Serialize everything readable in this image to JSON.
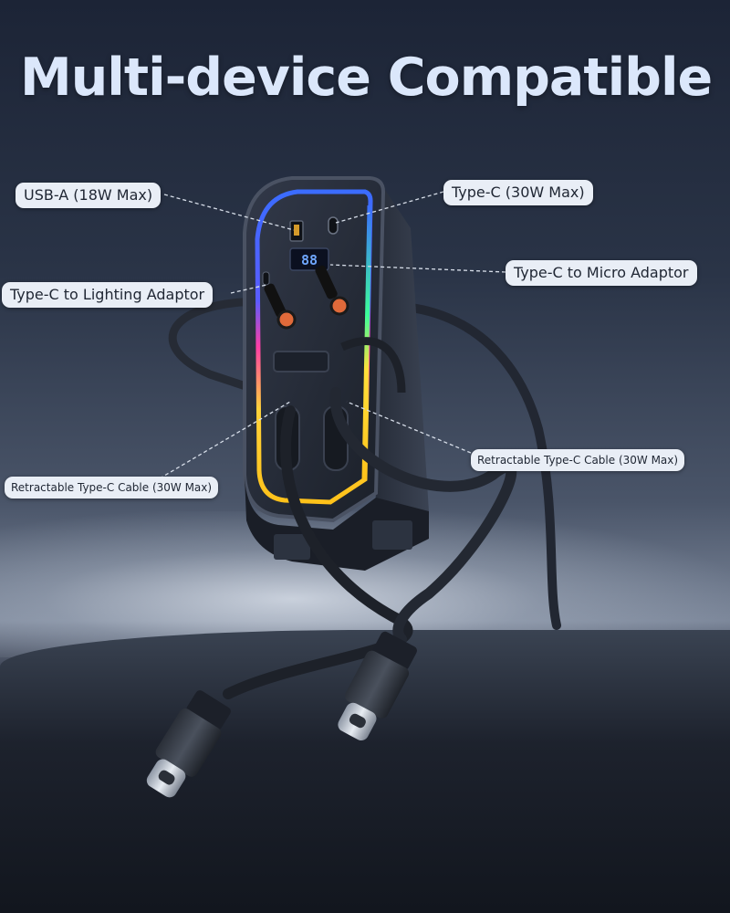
{
  "title": "Multi-device Compatible",
  "callouts": {
    "usb_a": "USB-A (18W Max)",
    "type_c": "Type-C (30W Max)",
    "micro_adaptor": "Type-C to Micro Adaptor",
    "lighting_adaptor": "Type-C to Lighting Adaptor",
    "retractable_right": "Retractable Type-C Cable (30W Max)",
    "retractable_left": "Retractable Type-C Cable (30W Max)"
  },
  "display_readout": "88",
  "colors": {
    "title": "#dbe7fb",
    "label_bg": "#e9eef6",
    "label_text": "#1f2633",
    "device_body": "#2b3140",
    "led_blue": "#3b6cff",
    "led_pink": "#ff3fa6",
    "led_yellow": "#ffd23a",
    "led_green": "#3cff9a"
  }
}
